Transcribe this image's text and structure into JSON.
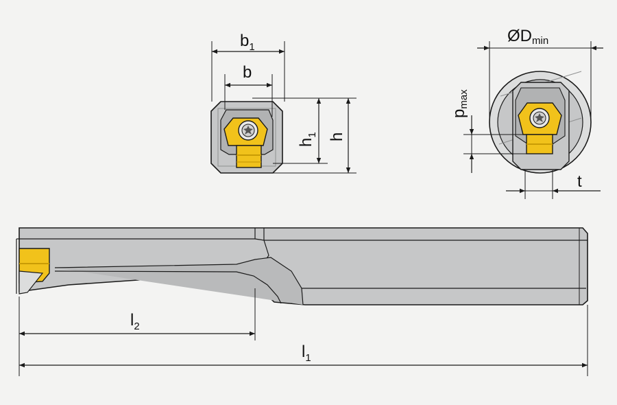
{
  "labels": {
    "b1": {
      "main": "b",
      "sub": "1"
    },
    "b": {
      "main": "b"
    },
    "h1": {
      "main": "h",
      "sub": "1"
    },
    "h": {
      "main": "h"
    },
    "dmin": {
      "main": "ØD",
      "sub": "min"
    },
    "pmax": {
      "main": "p",
      "sub": "max"
    },
    "t": {
      "main": "t"
    },
    "l2": {
      "main": "l",
      "sub": "2"
    },
    "l1": {
      "main": "l",
      "sub": "1"
    }
  },
  "colors": {
    "background": "#f3f3f2",
    "steel": "#c6c7c8",
    "steel_dark": "#b1b2b3",
    "steel_light": "#dcdddd",
    "insert_yellow": "#f1c21b",
    "insert_yellow_dark": "#c99c05",
    "outline": "#1a1a1a"
  },
  "icons": {
    "screw": "torx-screw-icon"
  }
}
